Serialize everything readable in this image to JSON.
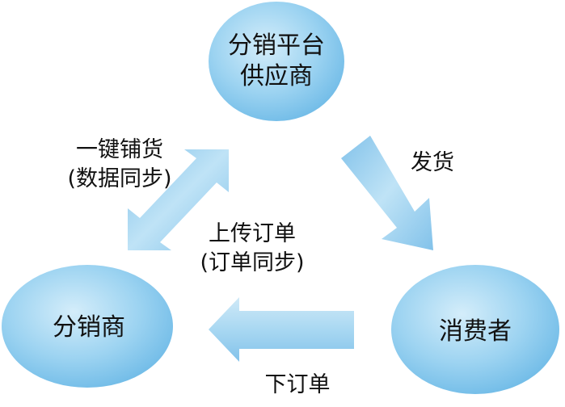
{
  "nodes": {
    "supplier": {
      "line1": "分销平台",
      "line2": "供应商"
    },
    "distributor": {
      "label": "分销商"
    },
    "consumer": {
      "label": "消费者"
    }
  },
  "edges": {
    "sync_products": {
      "line1": "一键铺货",
      "line2": "(数据同步)"
    },
    "upload_orders": {
      "line1": "上传订单",
      "line2": "(订单同步)"
    },
    "ship": {
      "label": "发货"
    },
    "place_order": {
      "label": "下订单"
    }
  },
  "colors": {
    "node_light": "#d4edfa",
    "node_mid": "#9cd3f1",
    "node_dark": "#6ab8e6",
    "arrow_light": "#cfe9f7",
    "arrow_mid": "#a9d8f2",
    "arrow_dark": "#82c2ea"
  }
}
